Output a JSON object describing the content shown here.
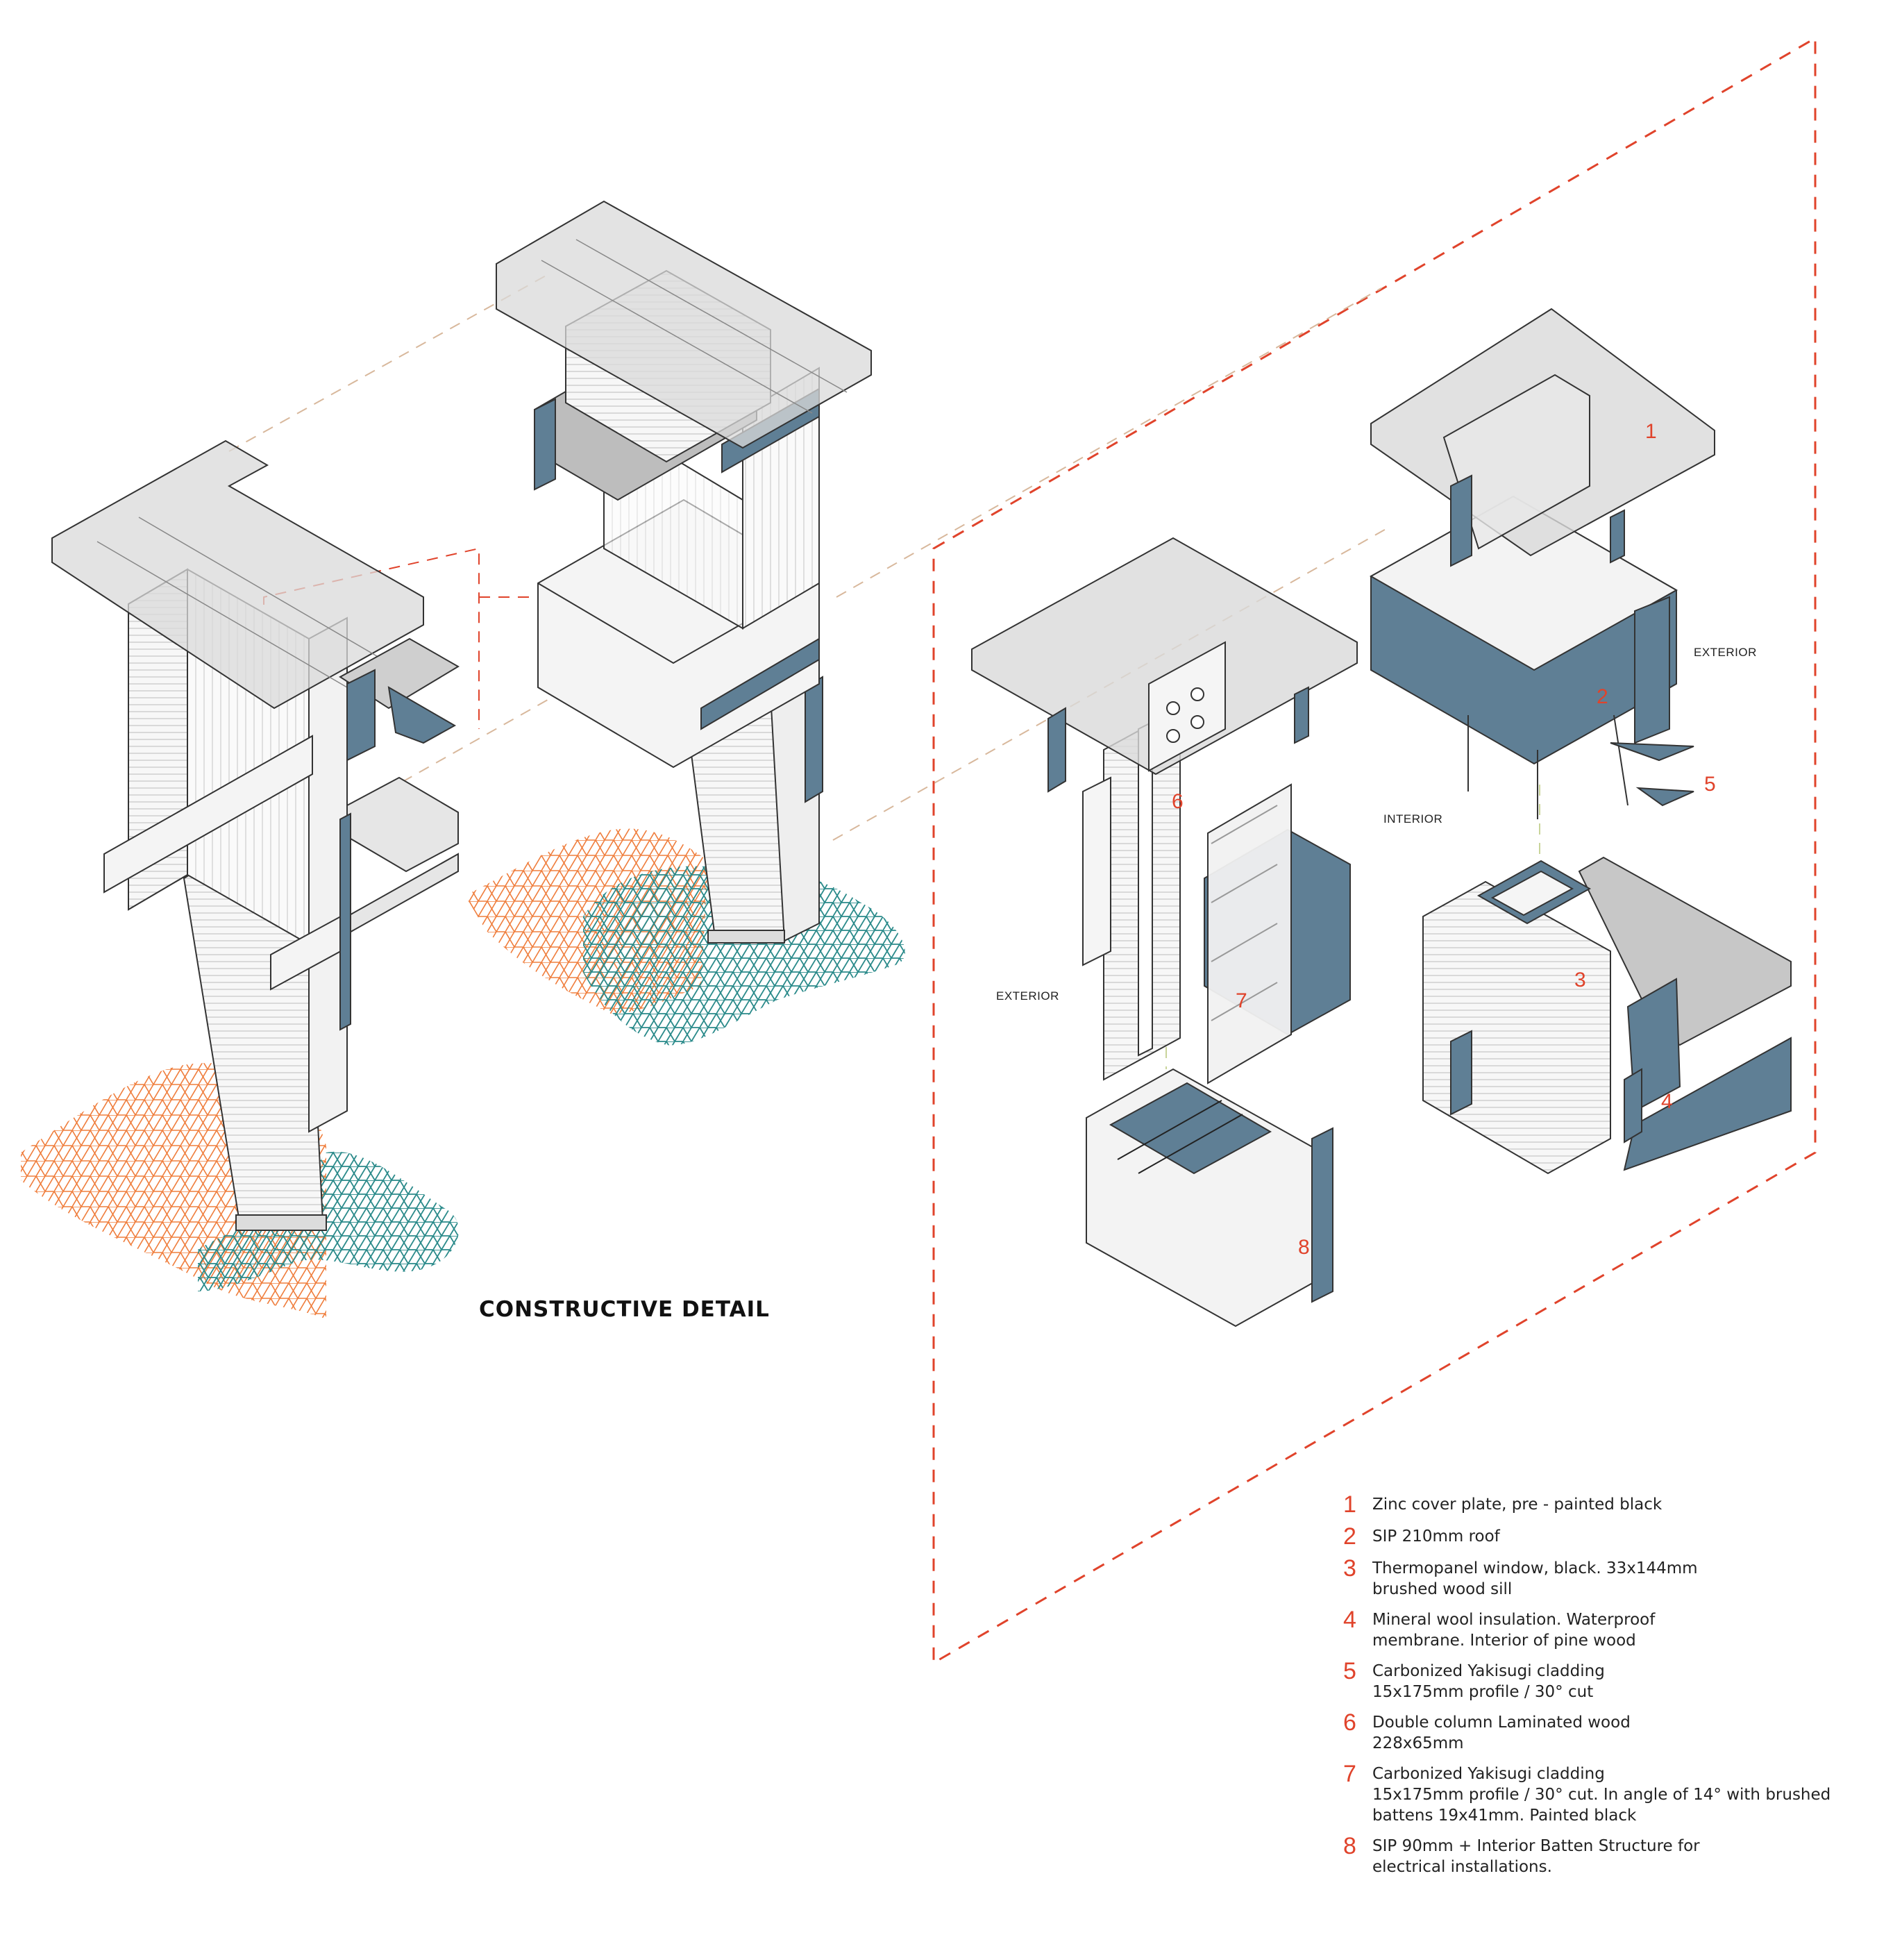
{
  "title": "CONSTRUCTIVE DETAIL",
  "colors": {
    "accent_red": "#e0432b",
    "panel_blue": "#5f7f95",
    "mesh_orange": "#ef7d3c",
    "mesh_teal": "#2a8a8a"
  },
  "labels": {
    "exterior_left": "EXTERIOR",
    "exterior_right": "EXTERIOR",
    "interior": "INTERIOR"
  },
  "callouts": [
    "1",
    "2",
    "3",
    "4",
    "5",
    "6",
    "7",
    "8"
  ],
  "legend": [
    {
      "num": "1",
      "lines": [
        "Zinc cover plate, pre - painted black"
      ]
    },
    {
      "num": "2",
      "lines": [
        "SIP 210mm roof"
      ]
    },
    {
      "num": "3",
      "lines": [
        "Thermopanel window, black. 33x144mm",
        "brushed wood sill"
      ]
    },
    {
      "num": "4",
      "lines": [
        "Mineral wool insulation. Waterproof",
        "membrane. Interior of pine wood"
      ]
    },
    {
      "num": "5",
      "lines": [
        "Carbonized Yakisugi cladding",
        "15x175mm profile / 30° cut"
      ]
    },
    {
      "num": "6",
      "lines": [
        "Double column Laminated wood",
        "228x65mm"
      ]
    },
    {
      "num": "7",
      "lines": [
        "Carbonized Yakisugi cladding",
        "15x175mm profile / 30° cut. In angle of 14° with brushed",
        "battens 19x41mm. Painted black"
      ]
    },
    {
      "num": "8",
      "lines": [
        "SIP 90mm + Interior Batten Structure for",
        "electrical installations."
      ]
    }
  ]
}
